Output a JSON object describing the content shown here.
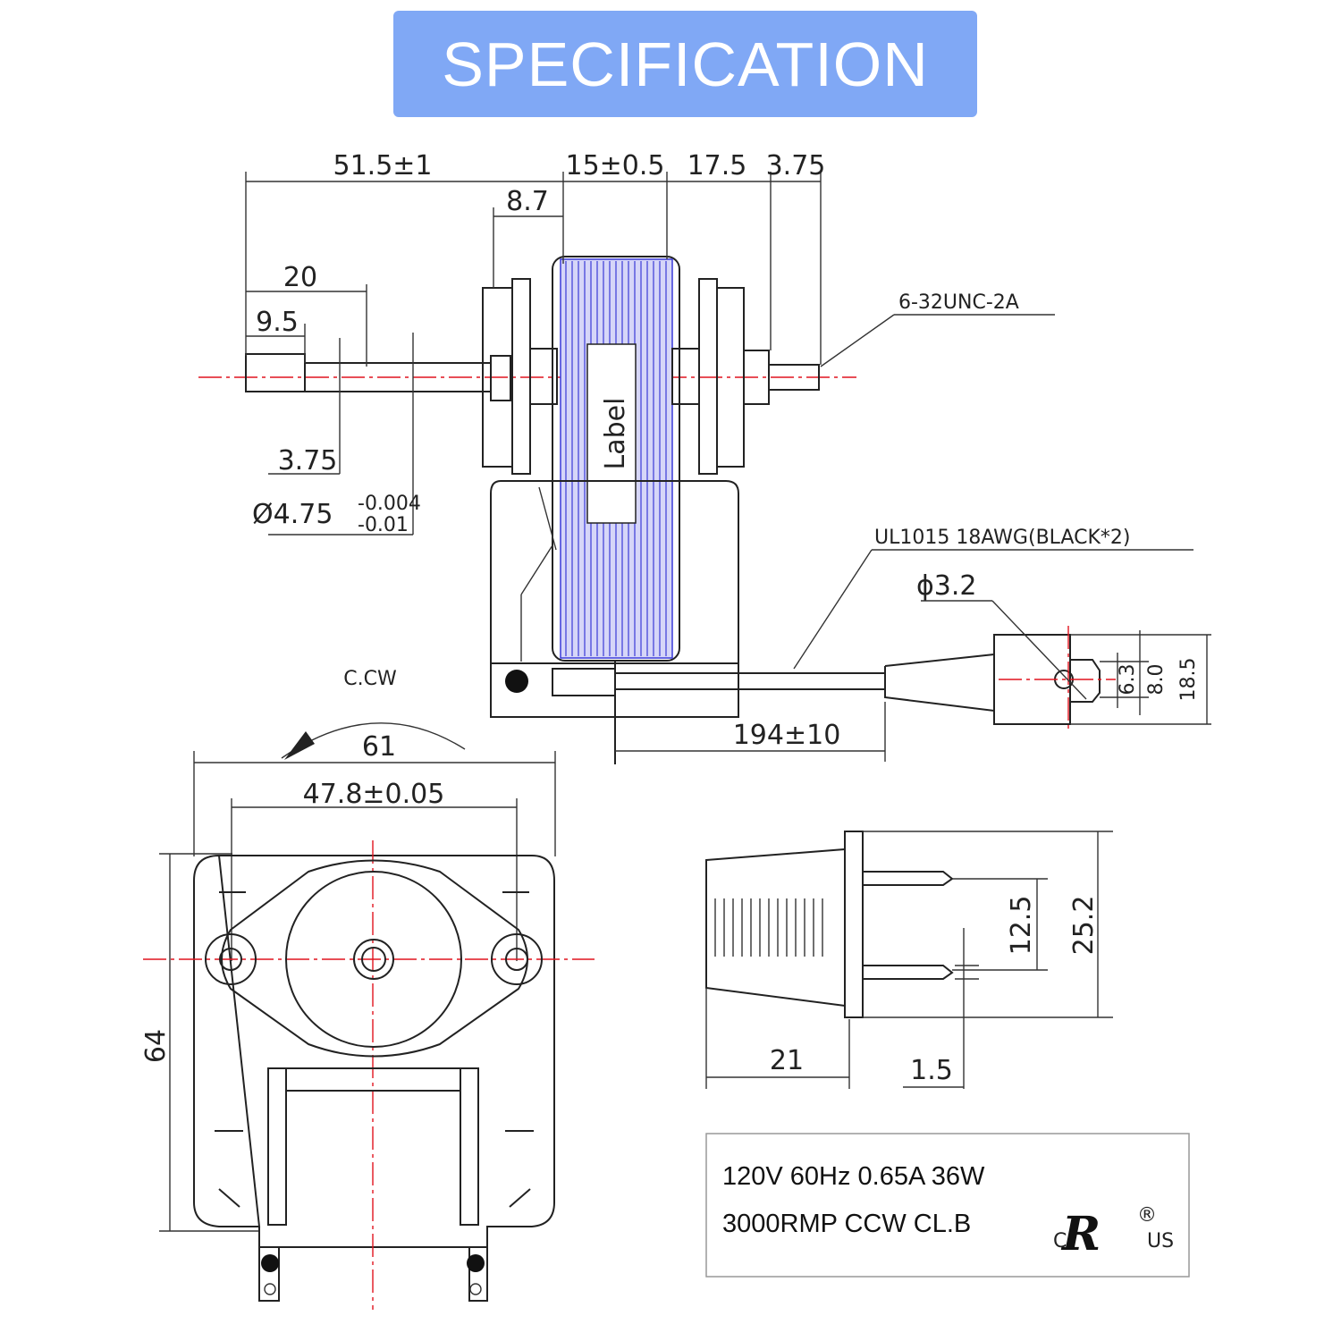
{
  "title": "SPECIFICATION",
  "dimensions": {
    "d51_5": "51.5±1",
    "d15": "15±0.5",
    "d17_5": "17.5",
    "d3_75_top": "3.75",
    "d8_7": "8.7",
    "d20": "20",
    "d9_5": "9.5",
    "thread": "6-32UNC-2A",
    "d3_75_shaft": "3.75",
    "shaft_dia": "Ø4.75",
    "shaft_tol_upper": "-0.004",
    "shaft_tol_lower": "-0.01",
    "label_text": "Label",
    "wire": "UL1015  18AWG(BLACK*2)",
    "hole_dia": "ϕ3.2",
    "d194": "194±10",
    "d6_3": "6.3",
    "d8_0": "8.0",
    "d18_5": "18.5",
    "rotation": "C.CW",
    "d61": "61",
    "d47_8": "47.8±0.05",
    "d64": "64",
    "d12_5": "12.5",
    "d25_2": "25.2",
    "d21": "21",
    "d1_5": "1.5"
  },
  "rating": {
    "line1": "120V  60Hz  0.65A  36W",
    "line2": "3000RMP  CCW  CL.B",
    "cert_left": "C",
    "cert_mark": "R",
    "cert_right": "US",
    "cert_reg": "®"
  }
}
